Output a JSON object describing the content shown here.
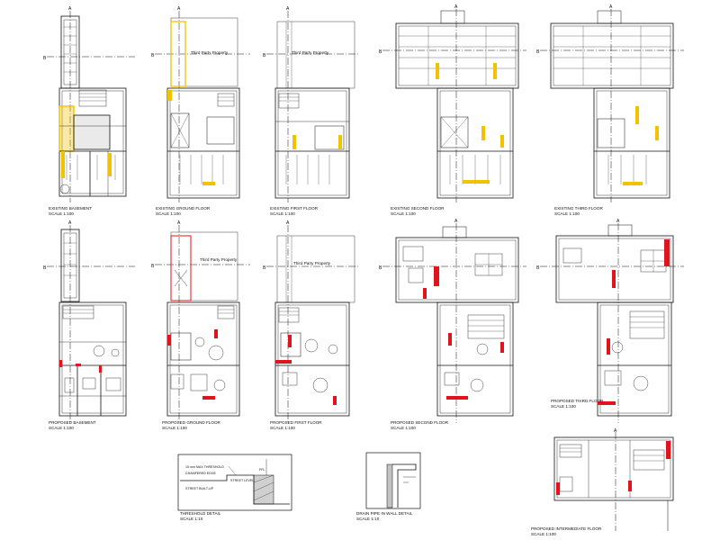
{
  "colors": {
    "line": "#111111",
    "existing_hatch": "#f2c200",
    "proposed": "#e0141c",
    "paper": "#ffffff"
  },
  "section_marks": {
    "a": "A",
    "b": "B"
  },
  "third_party": "Third Party Property",
  "plans": [
    {
      "id": "ex-basement",
      "title": "EXISTING BASEMENT",
      "scale": "SCALE 1:100"
    },
    {
      "id": "ex-ground",
      "title": "EXISTING GROUND FLOOR",
      "scale": "SCALE 1:100"
    },
    {
      "id": "ex-first",
      "title": "EXISTING FIRST FLOOR",
      "scale": "SCALE 1:100"
    },
    {
      "id": "ex-second",
      "title": "EXISTING SECOND FLOOR",
      "scale": "SCALE 1:100"
    },
    {
      "id": "ex-third",
      "title": "EXISTING THIRD FLOOR",
      "scale": "SCALE 1:100"
    },
    {
      "id": "pr-basement",
      "title": "PROPOSED BASEMENT",
      "scale": "SCALE 1:100"
    },
    {
      "id": "pr-ground",
      "title": "PROPOSED GROUND FLOOR",
      "scale": "SCALE 1:100"
    },
    {
      "id": "pr-first",
      "title": "PROPOSED FIRST FLOOR",
      "scale": "SCALE 1:100"
    },
    {
      "id": "pr-second",
      "title": "PROPOSED SECOND FLOOR",
      "scale": "SCALE 1:100"
    },
    {
      "id": "pr-third",
      "title": "PROPOSED THIRD FLOOR",
      "scale": "SCALE 1:100"
    },
    {
      "id": "pr-inter",
      "title": "PROPOSED INTERMEDIATE FLOOR",
      "scale": "SCALE 1:100"
    }
  ],
  "details": {
    "threshold": {
      "title": "THRESHOLD DETAIL",
      "scale": "SCALE 1:10",
      "labels": [
        "15 mm MAX THRESHOLD",
        "CHAMFERED EDGE",
        "STREET BUILT-UP",
        "FFL",
        "STREET LEVEL"
      ]
    },
    "drain": {
      "title": "DRAIN PIPE IN WALL DETAIL",
      "scale": "SCALE 1:10"
    }
  }
}
